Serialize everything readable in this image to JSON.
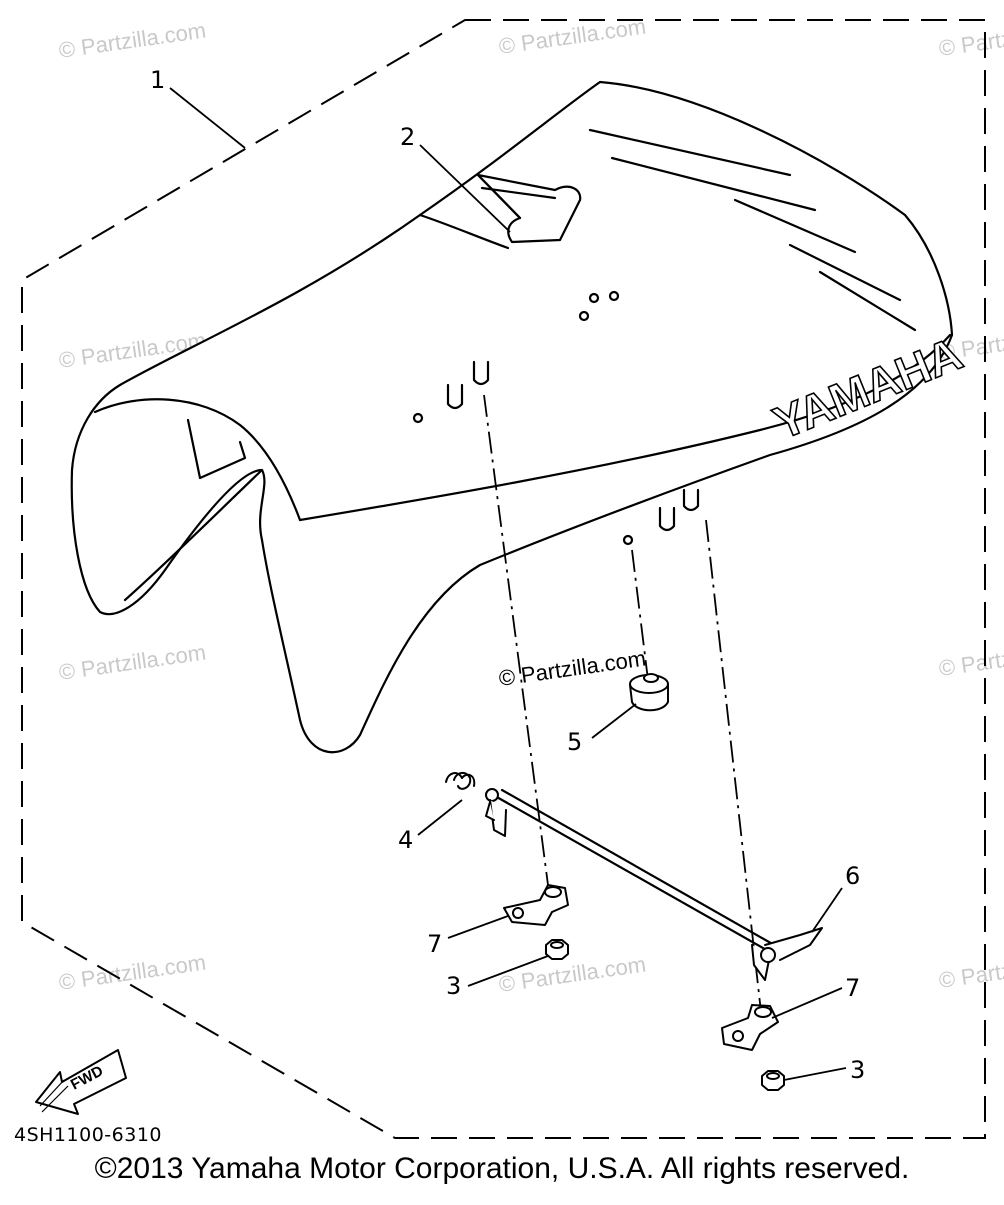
{
  "diagram": {
    "callouts": [
      "1",
      "2",
      "3",
      "3",
      "4",
      "5",
      "6",
      "7",
      "7"
    ],
    "seat_logo": "YAMAHA",
    "fwd_arrow_label": "FWD",
    "diagram_code": "4SH1100-6310",
    "copyright": "©2013 Yamaha Motor Corporation, U.S.A. All rights reserved.",
    "watermark": "© Partzilla.com"
  }
}
